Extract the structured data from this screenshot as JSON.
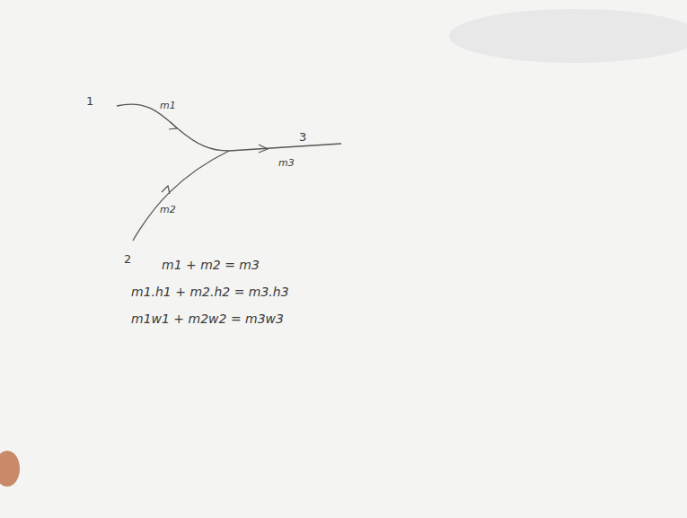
{
  "diagram": {
    "labels": [
      "1",
      "m1",
      "3",
      "m3",
      "m2",
      "2",
      "m1 + m2 = m3",
      "m1.h1 + m2.h2 = m3.h3",
      "m1w1 + m2w2 = m3w3"
    ]
  }
}
